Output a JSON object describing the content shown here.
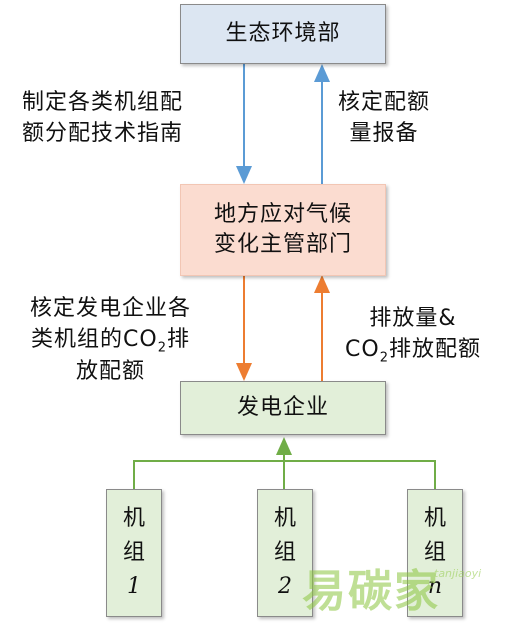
{
  "nodes": {
    "ministry": "生态环境部",
    "local_line1": "地方应对气候",
    "local_line2": "变化主管部门",
    "company": "发电企业",
    "units": [
      {
        "char1": "机",
        "char2": "组",
        "num": "1"
      },
      {
        "char1": "机",
        "char2": "组",
        "num": "2"
      },
      {
        "char1": "机",
        "char2": "组",
        "num": "n"
      }
    ]
  },
  "edges": {
    "down1_line1": "制定各类机组配",
    "down1_line2": "额分配技术指南",
    "up1_line1": "核定配额",
    "up1_line2": "量报备",
    "down2_line1": "核定发电企业各",
    "down2_line2_a": "类机组的CO",
    "down2_line2_sub": "2",
    "down2_line2_b": "排",
    "down2_line3": "放配额",
    "up2_line1": "排放量&",
    "up2_line2_a": "CO",
    "up2_line2_sub": "2",
    "up2_line2_b": "排放配额"
  },
  "colors": {
    "arrow_blue": "#5b9bd5",
    "arrow_orange": "#ed7d31",
    "connector_green": "#70ad47"
  },
  "watermark": {
    "text": "易碳家",
    "sub": "tanjiaoyi"
  }
}
